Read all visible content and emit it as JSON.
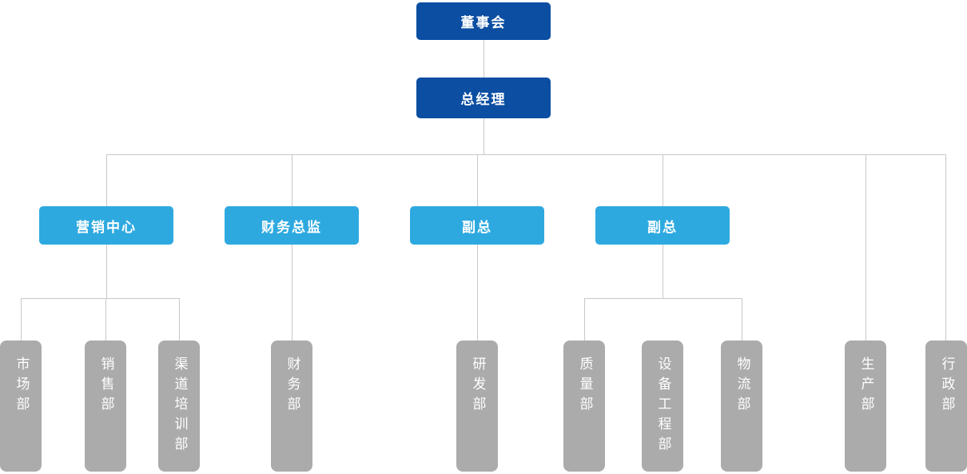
{
  "colors": {
    "primary_dark_blue": "#0B4EA2",
    "secondary_light_blue": "#2EA9E0",
    "department_gray": "#ABABAB",
    "connector_gray": "#C8C8C8",
    "node_text": "#FFFFFF"
  },
  "org": {
    "board": {
      "label": "董事会"
    },
    "general_manager": {
      "label": "总经理",
      "direct_departments": [
        "生产部",
        "行政部"
      ]
    },
    "branches": [
      {
        "label": "营销中心",
        "departments": [
          "市场部",
          "销售部",
          "渠道培训部"
        ]
      },
      {
        "label": "财务总监",
        "departments": [
          "财务部"
        ]
      },
      {
        "label": "副总",
        "departments": [
          "研发部"
        ]
      },
      {
        "label": "副总",
        "departments": [
          "质量部",
          "设备工程部",
          "物流部"
        ]
      }
    ]
  }
}
